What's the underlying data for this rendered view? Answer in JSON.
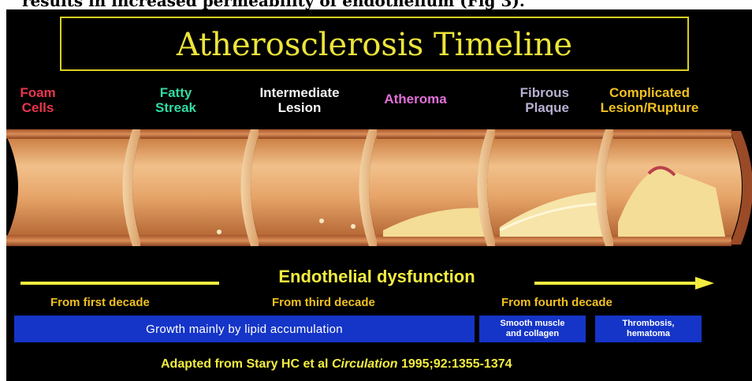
{
  "title": "Atherosclerosis Timeline",
  "stages": [
    {
      "line1": "Foam",
      "line2": "Cells",
      "color": "#e8364e"
    },
    {
      "line1": "Fatty",
      "line2": "Streak",
      "color": "#33d9a0"
    },
    {
      "line1": "Intermediate",
      "line2": "Lesion",
      "color": "#f4f4f4"
    },
    {
      "line1": "Atheroma",
      "line2": "",
      "color": "#e070d8"
    },
    {
      "line1": "Fibrous",
      "line2": "Plaque",
      "color": "#b8b0d0"
    },
    {
      "line1": "Complicated",
      "line2": "Lesion/Rupture",
      "color": "#f0c020"
    }
  ],
  "timeline": {
    "label": "Endothelial dysfunction",
    "decades": [
      "From first decade",
      "From third decade",
      "From fourth decade"
    ]
  },
  "growth": [
    {
      "text": "Growth mainly by lipid accumulation"
    },
    {
      "line1": "Smooth muscle",
      "line2": "and collagen"
    },
    {
      "line1": "Thrombosis,",
      "line2": "hematoma"
    }
  ],
  "citation": {
    "prefix": "Adapted from Stary HC et al",
    "journal": "Circulation",
    "suffix": "1995;92:1355-1374"
  },
  "top_text": "results in increased permeability of endothelium (Fig 3)."
}
